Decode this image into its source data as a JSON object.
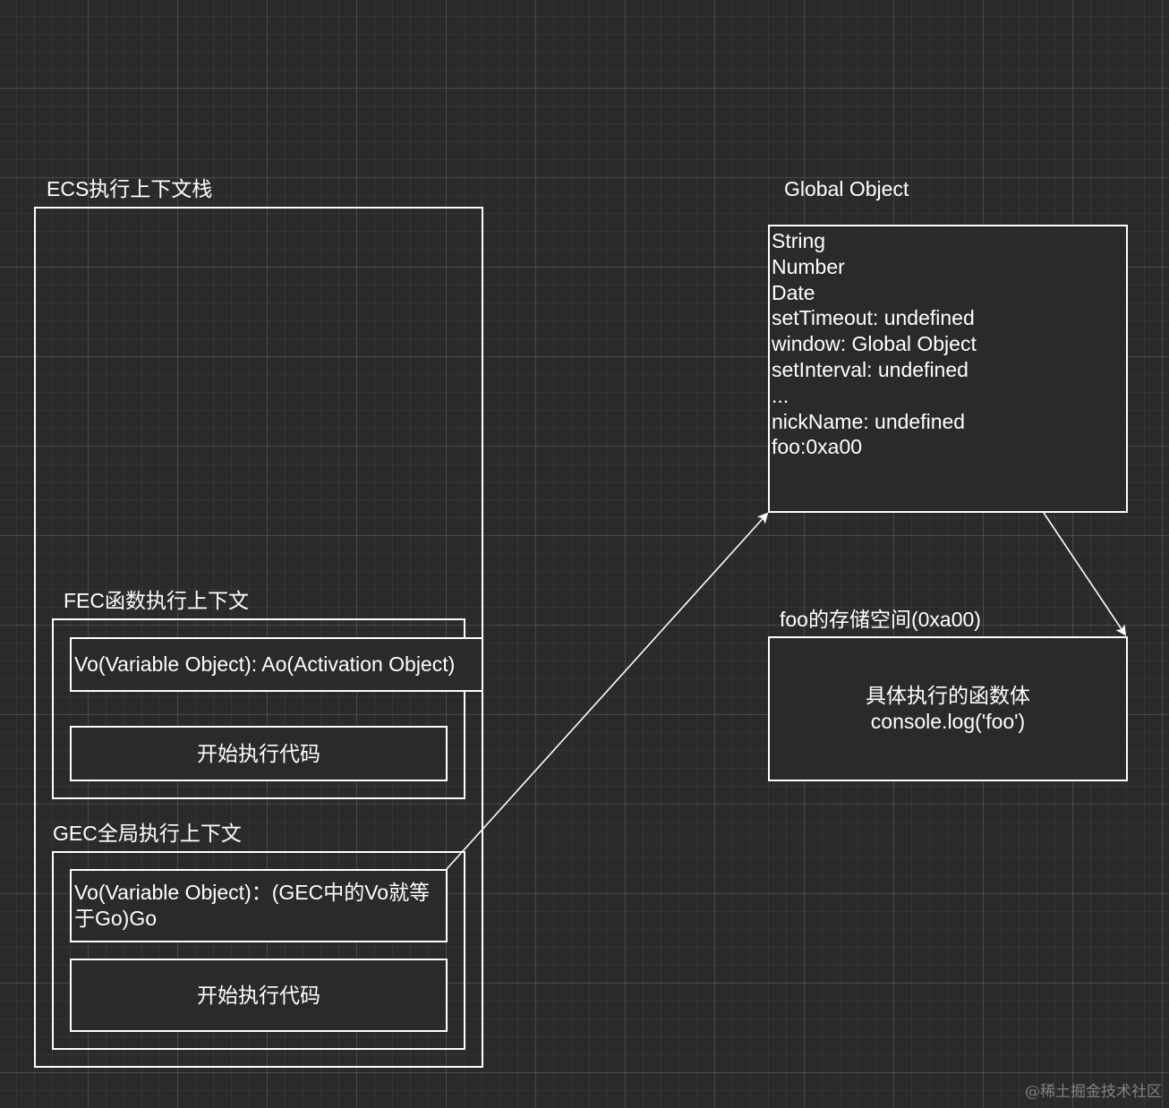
{
  "ecs": {
    "title": "ECS执行上下文栈"
  },
  "fec": {
    "title": "FEC函数执行上下文",
    "vo": "Vo(Variable Object): Ao(Activation Object)",
    "exec": "开始执行代码"
  },
  "gec": {
    "title": "GEC全局执行上下文",
    "vo_line1": "Vo(Variable Object)：(GEC中的Vo就等",
    "vo_line2": "于Go)Go",
    "exec": "开始执行代码"
  },
  "global_object": {
    "title": "Global Object",
    "items": [
      "String",
      "Number",
      "Date",
      "setTimeout: undefined",
      "window: Global Object",
      "setInterval: undefined",
      "...",
      "nickName: undefined",
      "foo:0xa00"
    ]
  },
  "foo_storage": {
    "title": "foo的存储空间(0xa00)",
    "line1": "具体执行的函数体",
    "line2": "console.log('foo')"
  },
  "watermark": "@稀土掘金技术社区",
  "colors": {
    "background": "#2a2a2a",
    "stroke": "#ffffff",
    "grid": "#5a5a5a"
  }
}
